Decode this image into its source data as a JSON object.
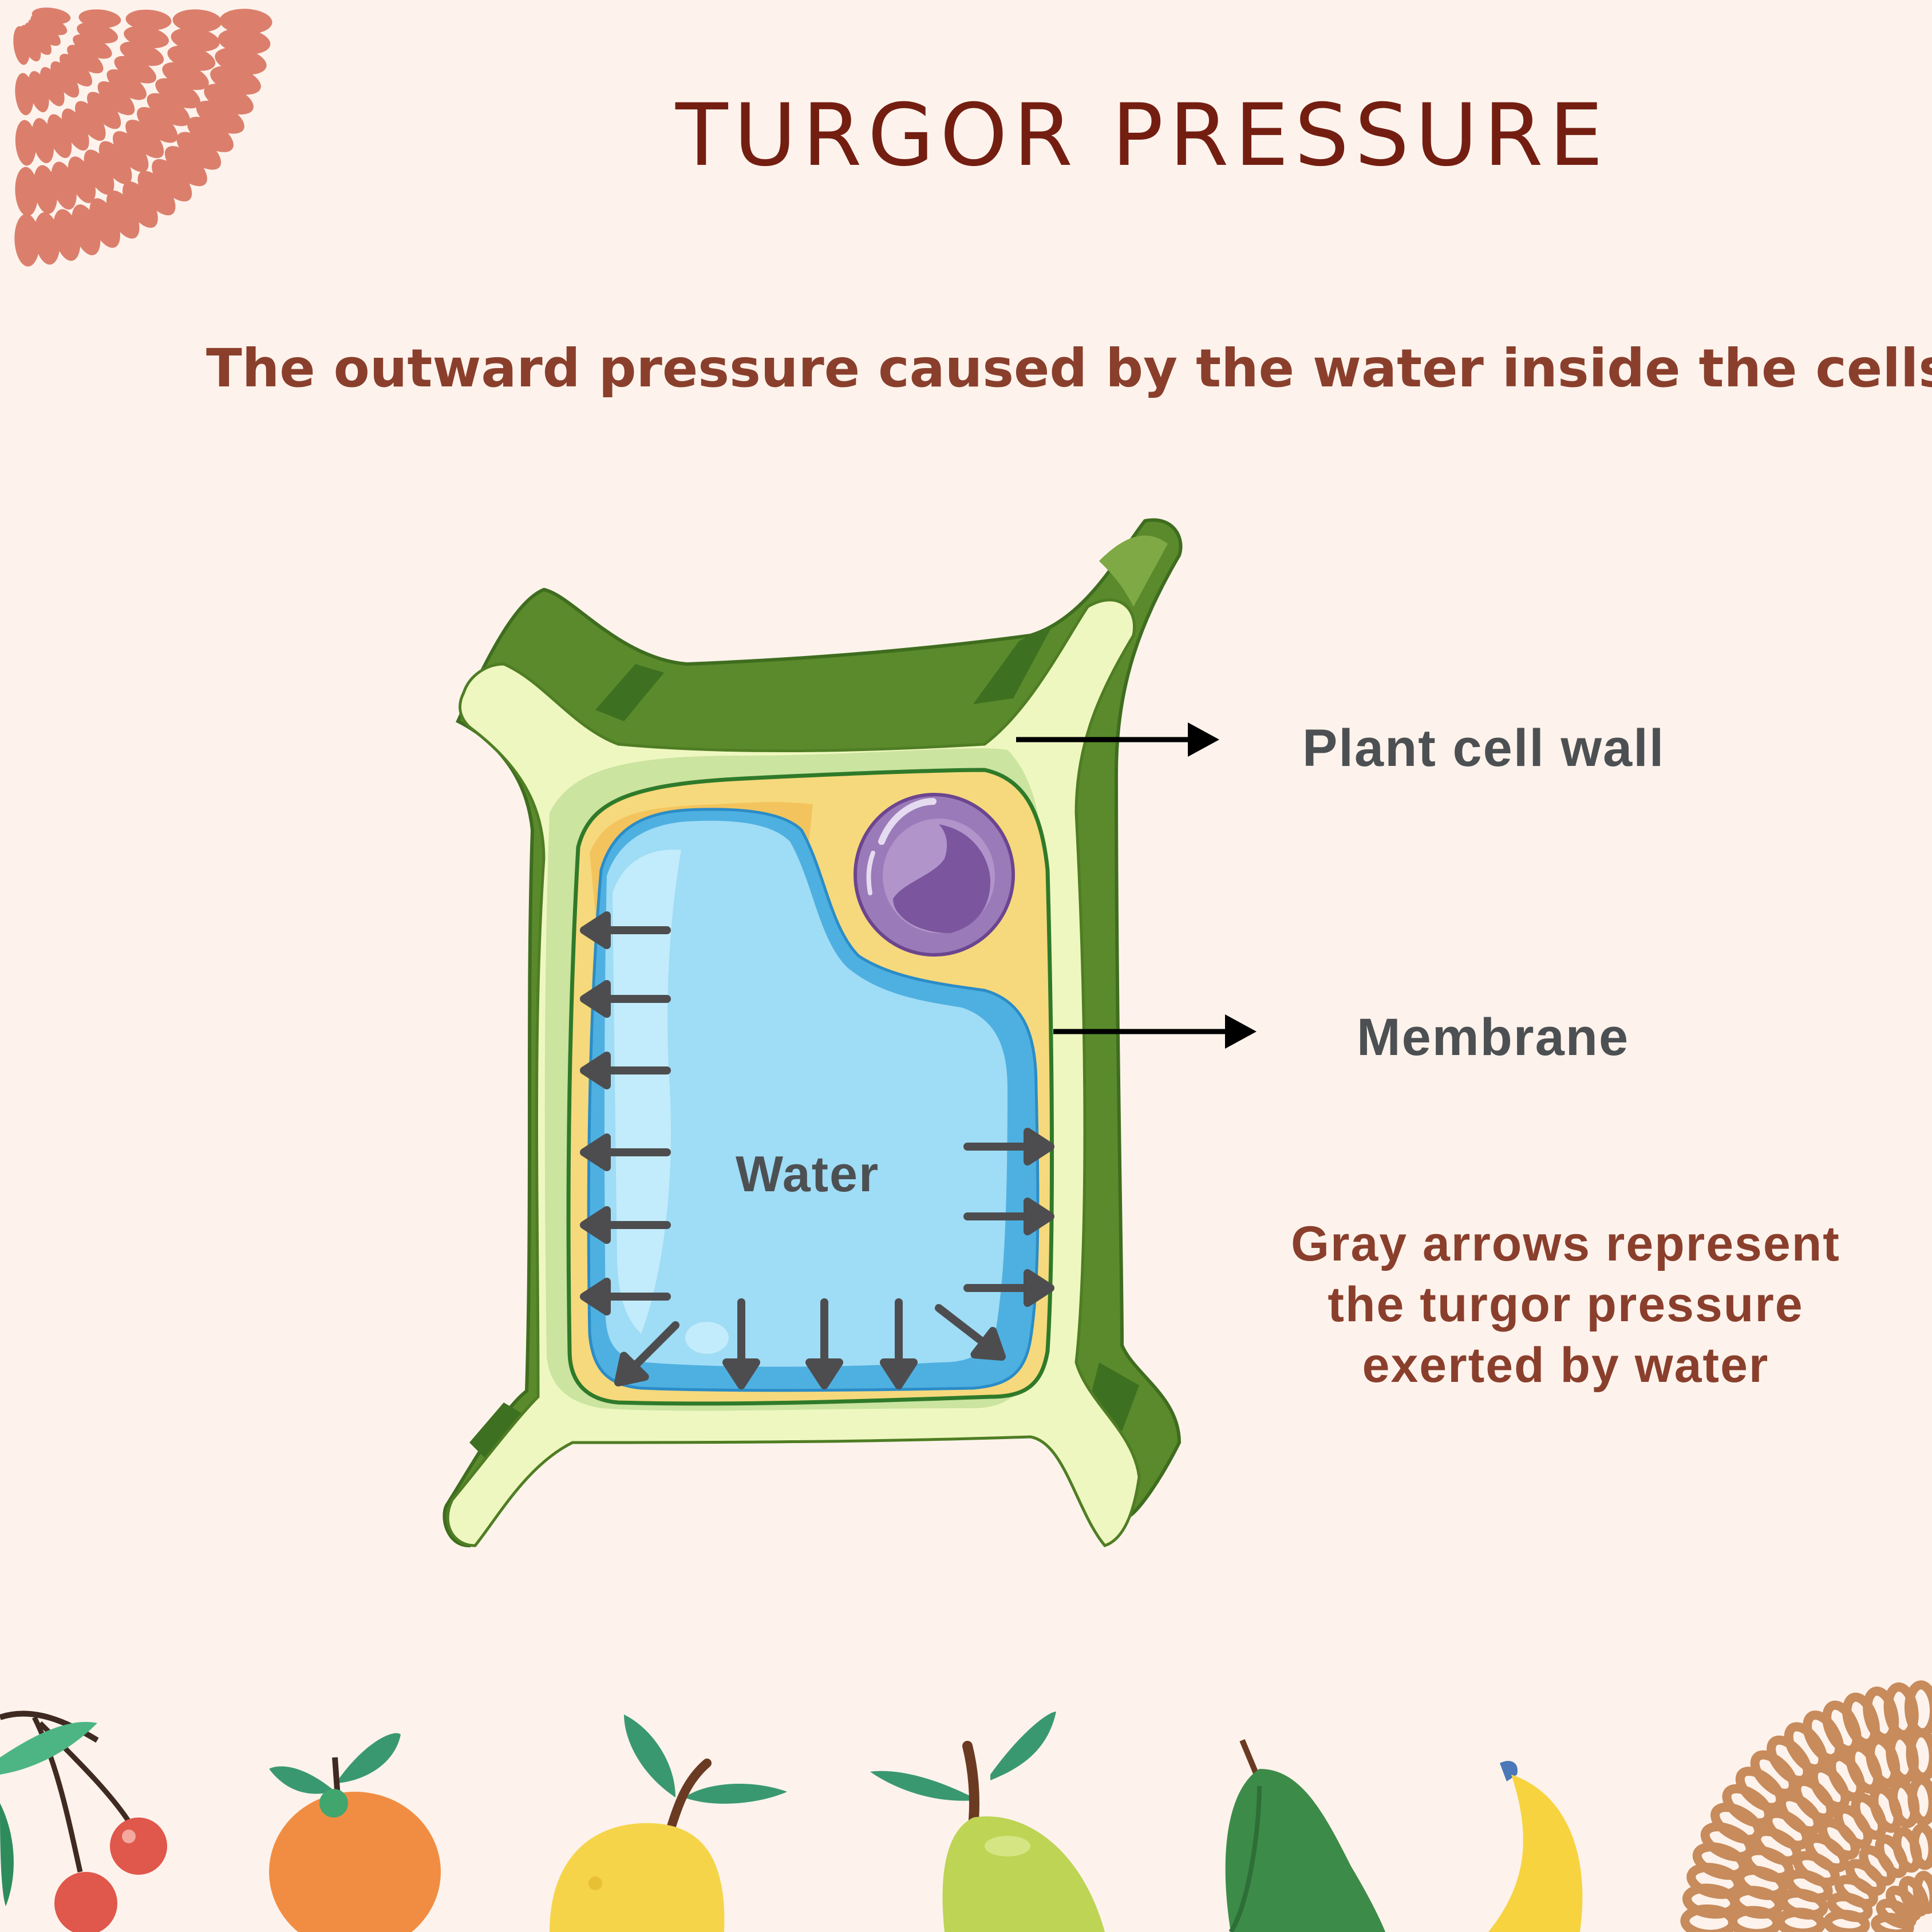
{
  "title": "TURGOR PRESSURE",
  "subtitle": "The outward pressure caused by the water inside the cells.",
  "labels": {
    "cell_wall": "Plant cell wall",
    "membrane": "Membrane",
    "water": "Water"
  },
  "legend": {
    "line1": "Gray arrows represent",
    "line2": "the turgor pressure",
    "line3": "exerted by water"
  },
  "colors": {
    "title": "#741e12",
    "text_brown": "#8a3f2c",
    "text_gray": "#4d5052",
    "wall_green": "#5a8a2c",
    "wall_dark": "#3d7020",
    "cytoplasm": "#eff7c0",
    "membrane_yellow": "#f6d97c",
    "vacuole_blue": "#9fdcf6",
    "nucleus_purple": "#9a7ab8",
    "arrow_gray": "#4d4d4f",
    "decor_salmon": "#db7f6c",
    "decor_tan": "#c78b5c"
  },
  "decorations": {
    "top_left": "leaf-petal-burst-icon",
    "bottom_right": "seed-burst-icon",
    "fruits": [
      "cherry-icon",
      "orange-icon",
      "lemon-icon",
      "pear-icon",
      "avocado-icon",
      "banana-icon"
    ]
  }
}
